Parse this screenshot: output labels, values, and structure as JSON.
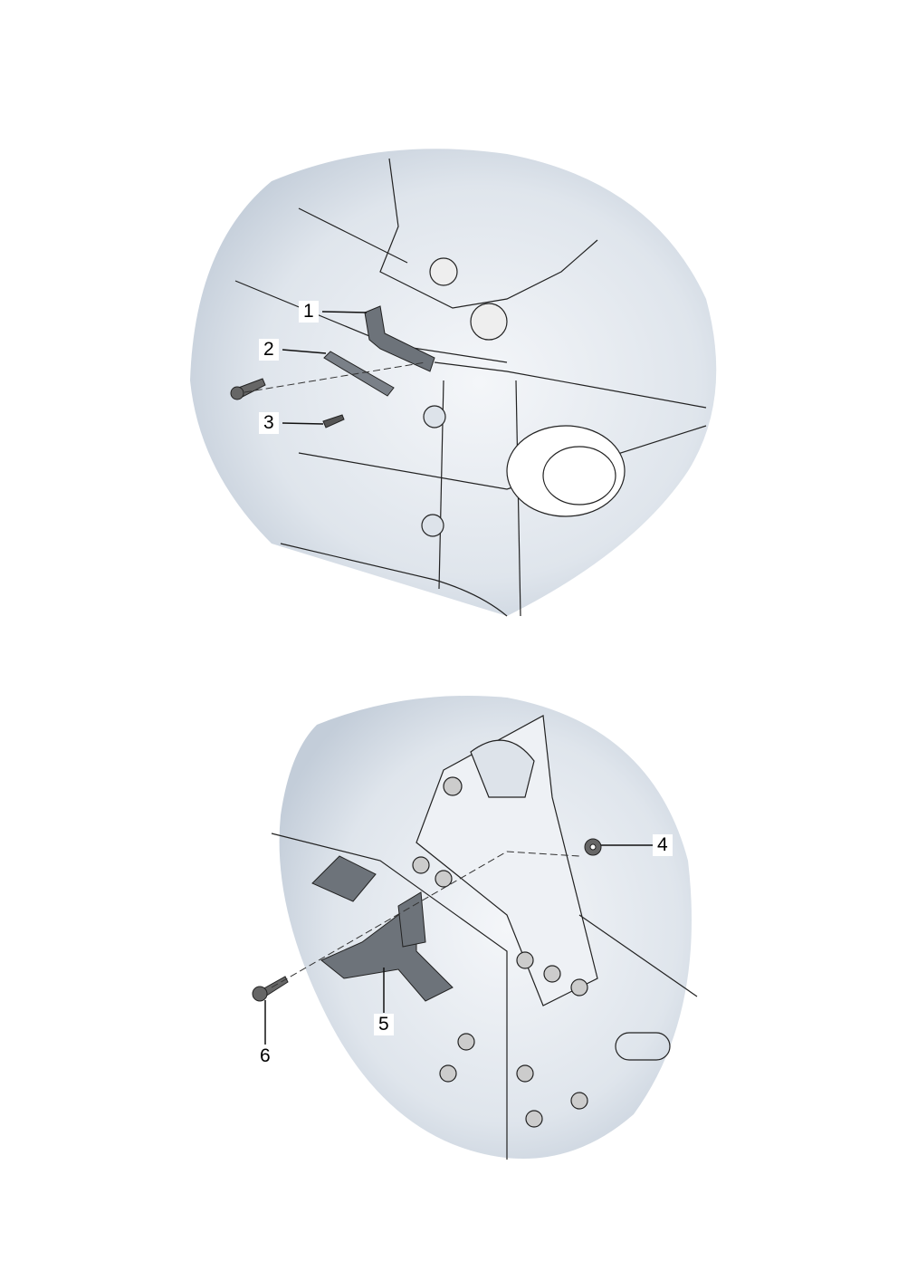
{
  "diagram": {
    "callouts": [
      {
        "number": "1",
        "part": "part-1"
      },
      {
        "number": "2",
        "part": "part-2"
      },
      {
        "number": "3",
        "part": "part-3"
      },
      {
        "number": "4",
        "part": "part-4"
      },
      {
        "number": "5",
        "part": "part-5"
      },
      {
        "number": "6",
        "part": "part-6"
      }
    ]
  },
  "colors": {
    "background": "#ffffff",
    "panel": "#c9d3de",
    "panel_light": "#eef2f6",
    "part": "#6d737a",
    "line": "#1a1a1a"
  }
}
